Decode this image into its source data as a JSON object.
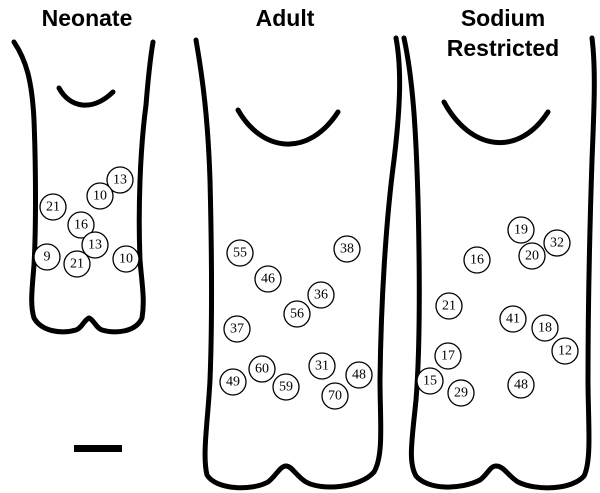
{
  "panels": [
    {
      "id": "neonate",
      "title_lines": [
        "Neonate"
      ],
      "markers": [
        "13",
        "10",
        "21",
        "16",
        "13",
        "9",
        "21",
        "10"
      ]
    },
    {
      "id": "adult",
      "title_lines": [
        "Adult"
      ],
      "markers": [
        "55",
        "38",
        "46",
        "36",
        "56",
        "37",
        "60",
        "49",
        "59",
        "31",
        "48",
        "70"
      ]
    },
    {
      "id": "sodium-restricted",
      "title_lines": [
        "Sodium",
        "Restricted"
      ],
      "markers": [
        "19",
        "32",
        "16",
        "20",
        "21",
        "41",
        "18",
        "12",
        "17",
        "15",
        "29",
        "48"
      ]
    }
  ]
}
